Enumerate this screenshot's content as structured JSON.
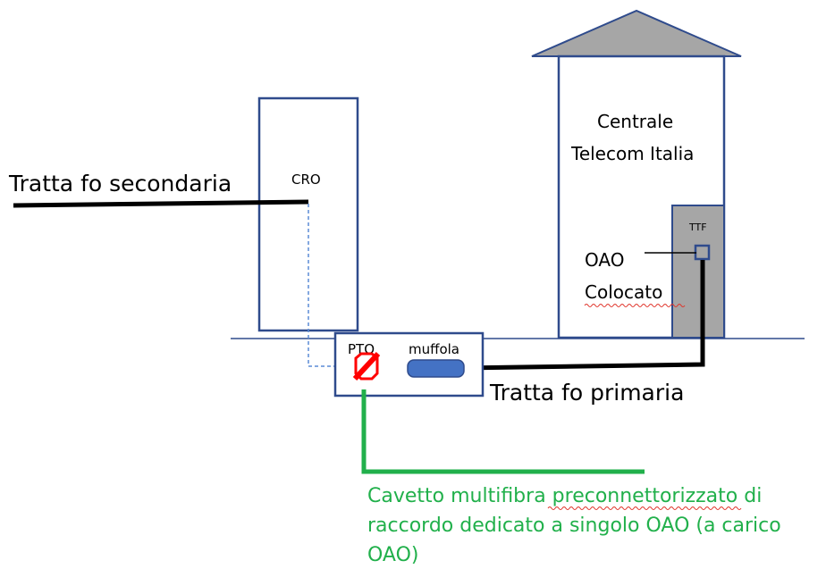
{
  "labels": {
    "secondary_route": "Tratta fo secondaria",
    "cro": "CRO",
    "central_office_line1": "Centrale",
    "central_office_line2": "Telecom Italia",
    "ttf": "TTF",
    "oao_line1": "OAO",
    "oao_line2": "Colocato",
    "pto": "PTO",
    "muffola": "muffola",
    "primary_route": "Tratta fo primaria",
    "cable_line1": "Cavetto multifibra preconnettorizzato di",
    "cable_line2": "raccordo dedicato a singolo OAO (a carico",
    "cable_line3": "OAO)"
  },
  "colors": {
    "outline_blue": "#2f4b8c",
    "roof_gray": "#a6a6a6",
    "ttf_gray": "#a6a6a6",
    "primary_cable": "#000000",
    "secondary_cable": "#000000",
    "dashed_fiber": "#5b8bd6",
    "green_cable": "#21b04b",
    "green_text": "#21b04b",
    "pto_red": "#ff0000",
    "muffola_fill": "#4472c4",
    "spellcheck_red": "#e0342a"
  },
  "icons": {
    "pto": "no-entry-sign-icon",
    "ttf_port": "square-port-icon"
  }
}
